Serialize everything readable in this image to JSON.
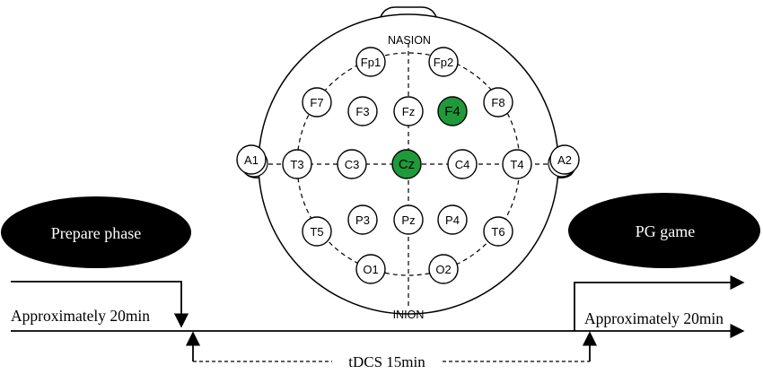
{
  "colors": {
    "stroke": "#000000",
    "highlight": "#1e9a3a",
    "phase_fill": "#000000",
    "phase_text": "#ffffff",
    "background": "#ffffff"
  },
  "head": {
    "top_label": "NASION",
    "bottom_label": "INION",
    "electrodes": [
      {
        "label": "Fp1",
        "highlighted": false
      },
      {
        "label": "Fp2",
        "highlighted": false
      },
      {
        "label": "F7",
        "highlighted": false
      },
      {
        "label": "F3",
        "highlighted": false
      },
      {
        "label": "Fz",
        "highlighted": false
      },
      {
        "label": "F4",
        "highlighted": true
      },
      {
        "label": "F8",
        "highlighted": false
      },
      {
        "label": "A1",
        "highlighted": false
      },
      {
        "label": "T3",
        "highlighted": false
      },
      {
        "label": "C3",
        "highlighted": false
      },
      {
        "label": "Cz",
        "highlighted": true
      },
      {
        "label": "C4",
        "highlighted": false
      },
      {
        "label": "T4",
        "highlighted": false
      },
      {
        "label": "A2",
        "highlighted": false
      },
      {
        "label": "T5",
        "highlighted": false
      },
      {
        "label": "P3",
        "highlighted": false
      },
      {
        "label": "Pz",
        "highlighted": false
      },
      {
        "label": "P4",
        "highlighted": false
      },
      {
        "label": "T6",
        "highlighted": false
      },
      {
        "label": "O1",
        "highlighted": false
      },
      {
        "label": "O2",
        "highlighted": false
      }
    ]
  },
  "timeline": {
    "left_phase": "Prepare phase",
    "right_phase": "PG game",
    "left_duration": "Approximately 20min",
    "right_duration": "Approximately 20min",
    "stim_label": "tDCS 15min"
  }
}
